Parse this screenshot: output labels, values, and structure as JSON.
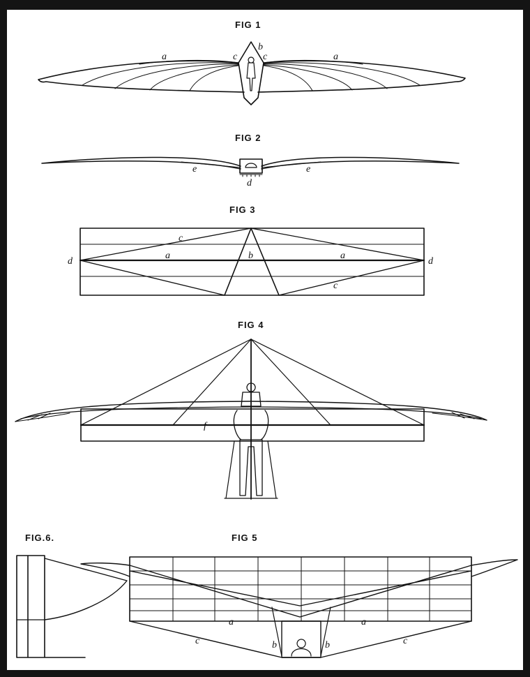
{
  "figures": {
    "fig1": {
      "title": "FIG 1",
      "letters": {
        "a_left": "a",
        "c_left": "c",
        "b": "b",
        "c_right": "c",
        "a_right": "a"
      }
    },
    "fig2": {
      "title": "FIG 2",
      "letters": {
        "e_left": "e",
        "d": "d",
        "e_right": "e"
      }
    },
    "fig3": {
      "title": "FIG 3",
      "letters": {
        "c_top": "c",
        "d_left": "d",
        "a_left": "a",
        "b": "b",
        "a_right": "a",
        "d_right": "d",
        "c_bottom": "c"
      }
    },
    "fig4": {
      "title": "FIG 4",
      "letters": {
        "f": "f"
      }
    },
    "fig5": {
      "title": "FIG 5",
      "letters": {
        "a_left": "a",
        "a_right": "a",
        "b_left": "b",
        "b_right": "b",
        "c_left": "c",
        "c_right": "c"
      }
    },
    "fig6": {
      "title": "FIG.6."
    }
  },
  "colors": {
    "ink": "#111111",
    "paper": "#ffffff",
    "border": "#141414"
  }
}
